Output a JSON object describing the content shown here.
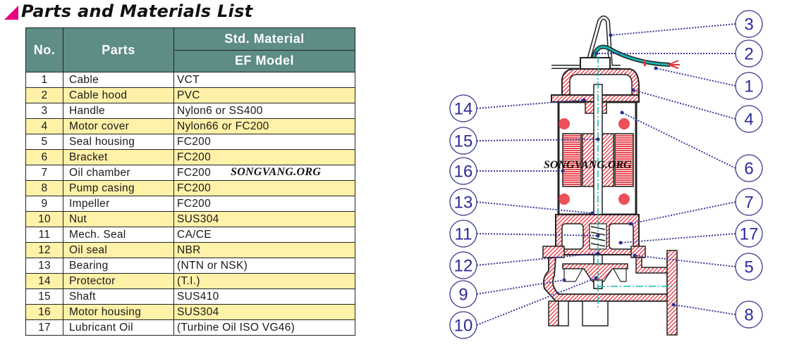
{
  "title": "Parts and Materials List",
  "colors": {
    "accent_triangle": "#e6007e",
    "header_bg": "#5e8c87",
    "alt_row_bg": "#fff1a8",
    "callout": "#2b2b9a",
    "section_red": "#e8303a",
    "centerline": "#19b5b0"
  },
  "table": {
    "headers": {
      "no": "No.",
      "parts": "Parts",
      "std_material": "Std. Material",
      "model": "EF Model"
    },
    "rows": [
      {
        "no": "1",
        "part": "Cable",
        "material": "VCT"
      },
      {
        "no": "2",
        "part": "Cable hood",
        "material": "PVC"
      },
      {
        "no": "3",
        "part": "Handle",
        "material": "Nylon6 or SS400"
      },
      {
        "no": "4",
        "part": "Motor cover",
        "material": "Nylon66 or FC200"
      },
      {
        "no": "5",
        "part": "Seal housing",
        "material": "FC200"
      },
      {
        "no": "6",
        "part": "Bracket",
        "material": "FC200"
      },
      {
        "no": "7",
        "part": "Oil chamber",
        "material": "FC200"
      },
      {
        "no": "8",
        "part": "Pump casing",
        "material": "FC200"
      },
      {
        "no": "9",
        "part": "Impeller",
        "material": "FC200"
      },
      {
        "no": "10",
        "part": "Nut",
        "material": "SUS304"
      },
      {
        "no": "11",
        "part": "Mech. Seal",
        "material": "CA/CE"
      },
      {
        "no": "12",
        "part": "Oil seal",
        "material": "NBR"
      },
      {
        "no": "13",
        "part": "Bearing",
        "material": "(NTN or NSK)"
      },
      {
        "no": "14",
        "part": "Protector",
        "material": "(T.I.)"
      },
      {
        "no": "15",
        "part": "Shaft",
        "material": "SUS410"
      },
      {
        "no": "16",
        "part": "Motor housing",
        "material": "SUS304"
      },
      {
        "no": "17",
        "part": "Lubricant Oil",
        "material": "(Turbine Oil ISO VG46)"
      }
    ]
  },
  "watermark": "SONGVANG.ORG",
  "diagram": {
    "callouts_left": [
      "14",
      "15",
      "16",
      "13",
      "11",
      "12",
      "9",
      "10"
    ],
    "callouts_right": [
      "3",
      "2",
      "1",
      "4",
      "6",
      "7",
      "17",
      "5",
      "8"
    ]
  }
}
